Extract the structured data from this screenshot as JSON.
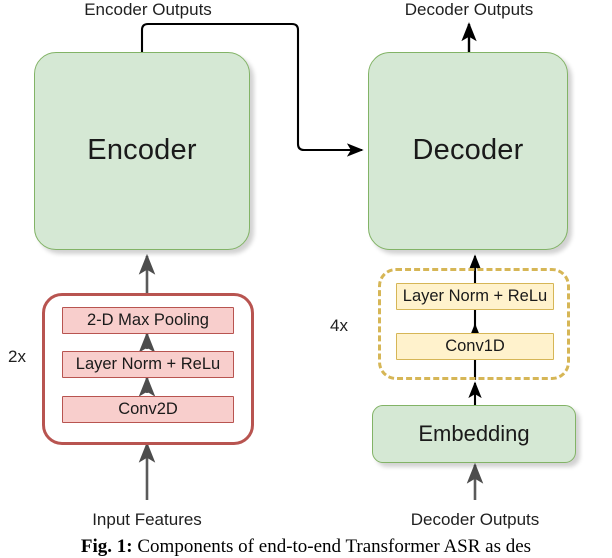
{
  "figure": {
    "caption_label": "Fig. 1:",
    "caption_text": "Components of end-to-end Transformer ASR as des"
  },
  "encoder_branch": {
    "output_label": "Encoder Outputs",
    "block_label": "Encoder",
    "group_repeat": "2x",
    "layers": [
      {
        "label": "2-D Max Pooling"
      },
      {
        "label": "Layer Norm + ReLu"
      },
      {
        "label": "Conv2D"
      }
    ],
    "input_label": "Input Features"
  },
  "decoder_branch": {
    "output_label": "Decoder Outputs",
    "block_label": "Decoder",
    "group_repeat": "4x",
    "layers": [
      {
        "label": "Layer Norm + ReLu"
      },
      {
        "label": "Conv1D"
      }
    ],
    "embedding_label": "Embedding",
    "input_label": "Decoder Outputs"
  },
  "colors": {
    "green_fill": "#d5e8d4",
    "green_stroke": "#82b366",
    "pink_fill": "#f8cecc",
    "red_stroke": "#b85450",
    "yellow_fill": "#fff2cc",
    "orange_stroke": "#d6b656",
    "arrow_dark": "#000000",
    "arrow_gray": "#666666",
    "background": "#ffffff"
  }
}
